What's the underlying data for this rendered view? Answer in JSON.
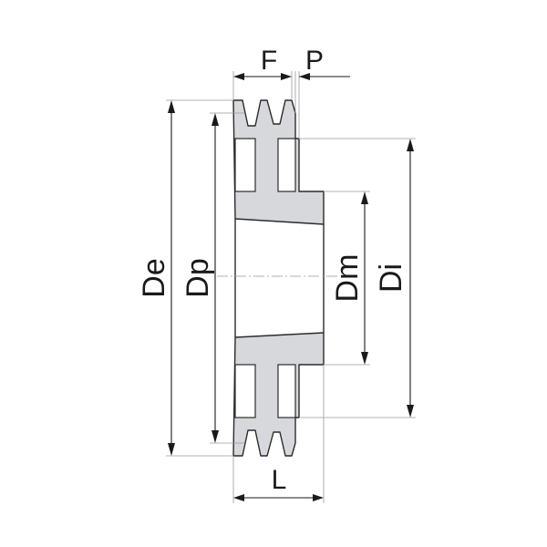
{
  "colors": {
    "part_fill": "#d6d8db",
    "outline": "#2b2b2b",
    "background": "#ffffff"
  },
  "labels": {
    "F": "F",
    "P": "P",
    "De": "De",
    "Dp": "Dp",
    "Dm": "Dm",
    "Di": "Di",
    "L": "L"
  }
}
